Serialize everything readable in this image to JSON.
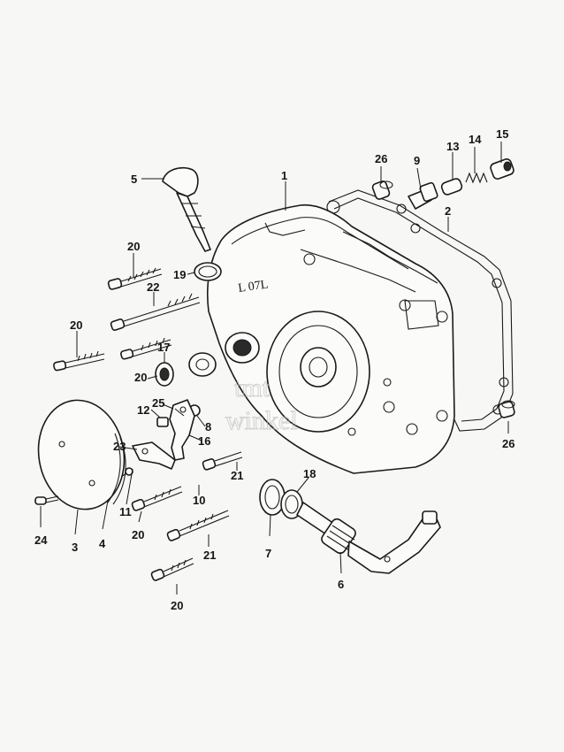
{
  "diagram": {
    "type": "exploded-parts-view",
    "background": "#f7f7f5",
    "line_color": "#1a1a1a",
    "callouts": [
      {
        "id": "c5",
        "label": "5"
      },
      {
        "id": "c1",
        "label": "1"
      },
      {
        "id": "c26a",
        "label": "26"
      },
      {
        "id": "c9",
        "label": "9"
      },
      {
        "id": "c13",
        "label": "13"
      },
      {
        "id": "c14",
        "label": "14"
      },
      {
        "id": "c15",
        "label": "15"
      },
      {
        "id": "c2",
        "label": "2"
      },
      {
        "id": "c20a",
        "label": "20"
      },
      {
        "id": "c19",
        "label": "19"
      },
      {
        "id": "c22",
        "label": "22"
      },
      {
        "id": "c20b",
        "label": "20"
      },
      {
        "id": "c17",
        "label": "17"
      },
      {
        "id": "c20c",
        "label": "20"
      },
      {
        "id": "c12",
        "label": "12"
      },
      {
        "id": "c25",
        "label": "25"
      },
      {
        "id": "c8",
        "label": "8"
      },
      {
        "id": "c16",
        "label": "16"
      },
      {
        "id": "c23",
        "label": "23"
      },
      {
        "id": "c21a",
        "label": "21"
      },
      {
        "id": "c18",
        "label": "18"
      },
      {
        "id": "c26b",
        "label": "26"
      },
      {
        "id": "c10",
        "label": "10"
      },
      {
        "id": "c11",
        "label": "11"
      },
      {
        "id": "c20d",
        "label": "20"
      },
      {
        "id": "c7",
        "label": "7"
      },
      {
        "id": "c24",
        "label": "24"
      },
      {
        "id": "c3",
        "label": "3"
      },
      {
        "id": "c4",
        "label": "4"
      },
      {
        "id": "c21b",
        "label": "21"
      },
      {
        "id": "c6",
        "label": "6"
      },
      {
        "id": "c20e",
        "label": "20"
      }
    ],
    "casting_mark": "L 07L",
    "watermark": {
      "line1": "tmt",
      "line2": "winkel"
    }
  }
}
